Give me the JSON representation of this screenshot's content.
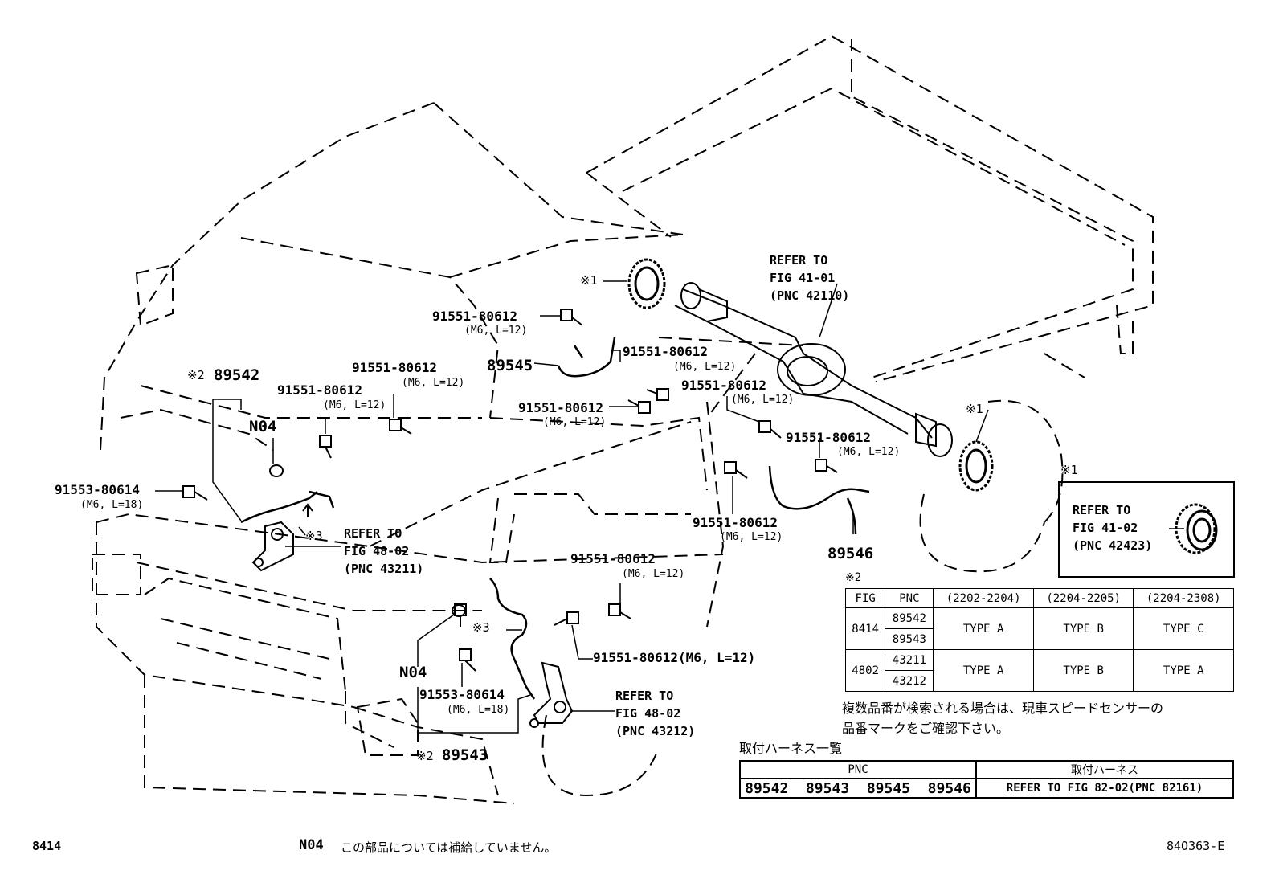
{
  "parts": {
    "left_sensor": "89542",
    "left_sensor_mark": "※2",
    "right_sensor": "89543",
    "right_sensor_mark": "※2",
    "rear_left_sensor": "89545",
    "rear_right_sensor": "89546",
    "n04_top": "N04",
    "n04_bottom": "N04",
    "bolt_a": "91553-80614",
    "bolt_a_spec": "(M6, L=18)",
    "bolt_b": "91553-80614",
    "bolt_b_spec": "(M6, L=18)",
    "bolt_c": "91551-80612",
    "bolt_c_spec": "(M6, L=12)",
    "bolt_d": "91551-80612",
    "bolt_d_spec": "(M6, L=12)",
    "bolt_e": "91551-80612",
    "bolt_e_spec": "(M6, L=12)",
    "bolt_f": "91551-80612",
    "bolt_f_spec": "(M6, L=12)",
    "bolt_g": "91551-80612",
    "bolt_g_spec": "(M6, L=12)",
    "bolt_h": "91551-80612",
    "bolt_h_spec": "(M6, L=12)",
    "bolt_i": "91551-80612",
    "bolt_i_spec": "(M6, L=12)",
    "bolt_j": "91551-80612",
    "bolt_j_spec": "(M6, L=12)",
    "bolt_k": "91551-80612",
    "bolt_k_spec": "(M6, L=12)",
    "bolt_l": "91551-80612(M6, L=12)",
    "mark3_top": "※3",
    "mark3_bottom": "※3",
    "mark1_front": "※1",
    "mark1_rear": "※1",
    "mark1_box": "※1"
  },
  "refs": {
    "axle": [
      "REFER TO",
      "FIG 41-01",
      "(PNC 42110)"
    ],
    "knuckle_left": [
      "REFER TO",
      "FIG 48-02",
      "(PNC 43211)"
    ],
    "knuckle_right": [
      "REFER TO",
      "FIG 48-02",
      "(PNC 43212)"
    ],
    "rotor": [
      "REFER TO",
      "FIG 41-02",
      "(PNC 42423)"
    ]
  },
  "spec_table": {
    "mark": "※2",
    "headers": [
      "FIG",
      "PNC",
      "(2202-2204)",
      "(2204-2205)",
      "(2204-2308)"
    ],
    "rows": [
      {
        "fig": "8414",
        "pncs": [
          "89542",
          "89543"
        ],
        "types": [
          "TYPE A",
          "TYPE B",
          "TYPE C"
        ]
      },
      {
        "fig": "4802",
        "pncs": [
          "43211",
          "43212"
        ],
        "types": [
          "TYPE A",
          "TYPE B",
          "TYPE A"
        ]
      }
    ],
    "note_line1": "複数品番が検索される場合は、現車スピードセンサーの",
    "note_line2": "品番マークをご確認下さい。"
  },
  "harness_table": {
    "title": "取付ハーネス一覧",
    "header_pnc": "PNC",
    "header_harness": "取付ハーネス",
    "pncs": "89542  89543  89545  89546",
    "harness": "REFER TO FIG 82-02(PNC 82161)"
  },
  "footer": {
    "fig_no": "8414",
    "n04_code": "N04",
    "n04_note": "この部品については補給していません。",
    "drawing_id": "84O363-E"
  }
}
